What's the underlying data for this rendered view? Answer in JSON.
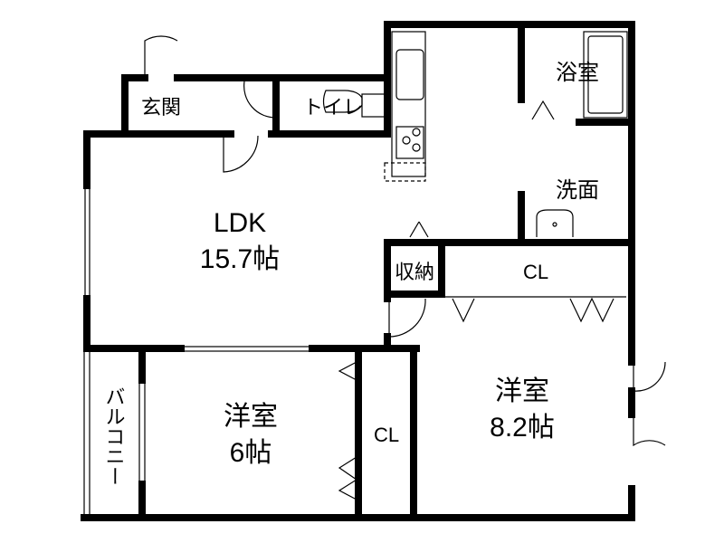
{
  "rooms": {
    "genkan": "玄関",
    "toilet": "トイレ",
    "bath": "浴室",
    "washroom": "洗面",
    "ldk_name": "LDK",
    "ldk_size": "15.7帖",
    "storage": "収納",
    "closet_top": "CL",
    "western_small_name": "洋室",
    "western_small_size": "6帖",
    "closet_small": "CL",
    "western_large_name": "洋室",
    "western_large_size": "8.2帖",
    "balcony": "バルコニー"
  },
  "colors": {
    "wall": "#000000",
    "background": "#ffffff"
  }
}
